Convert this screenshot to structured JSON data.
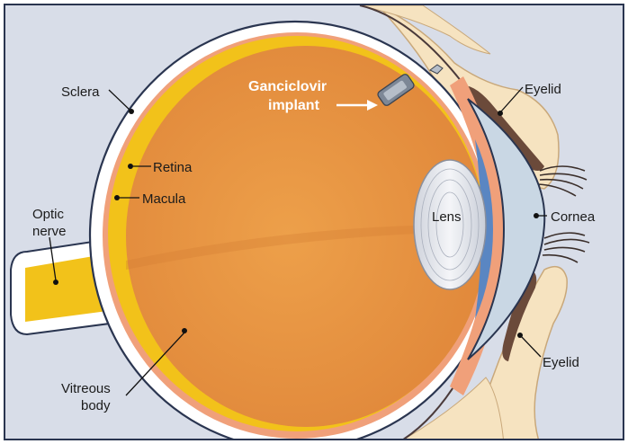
{
  "labels": {
    "sclera": "Sclera",
    "retina": "Retina",
    "macula": "Macula",
    "optic_nerve_line1": "Optic",
    "optic_nerve_line2": "nerve",
    "ganciclovir_line1": "Ganciclovir",
    "ganciclovir_line2": "implant",
    "lens": "Lens",
    "cornea": "Cornea",
    "eyelid_top": "Eyelid",
    "eyelid_bottom": "Eyelid",
    "vitreous_line1": "Vitreous",
    "vitreous_line2": "body"
  },
  "colors": {
    "background": "#d8dde8",
    "frame_border": "#2a3550",
    "sclera_white": "#ffffff",
    "retina_yellow": "#f2c21a",
    "vitreous_orange": "#e8943d",
    "choroid_pink": "#f0a07a",
    "eyelid_skin": "#f6e3c0",
    "cornea_blue": "#c9d7e4",
    "iris_blue": "#5a86c2",
    "lens_gray": "#e6e8ee"
  }
}
